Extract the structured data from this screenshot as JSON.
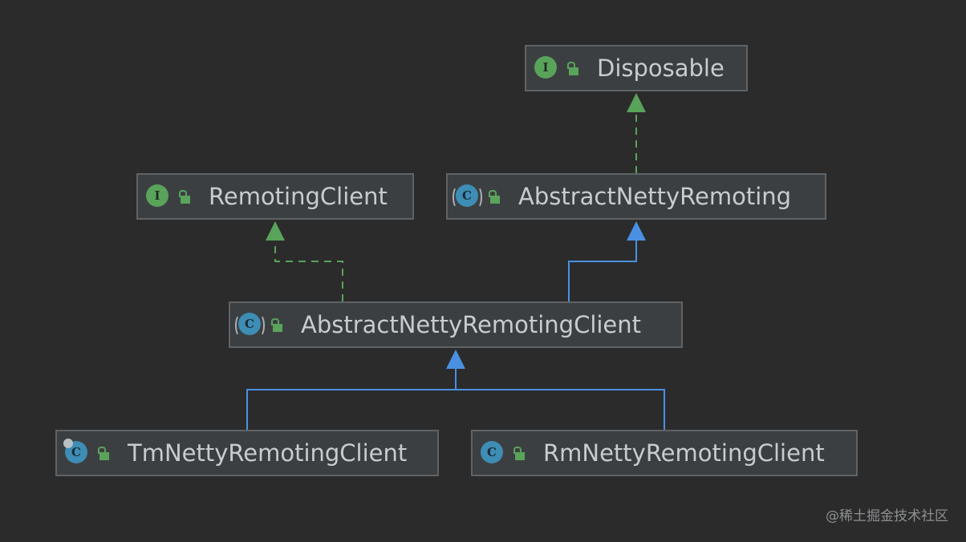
{
  "nodes": {
    "disposable": {
      "label": "Disposable",
      "kind": "interface",
      "badge": "I"
    },
    "remoting_client": {
      "label": "RemotingClient",
      "kind": "interface",
      "badge": "I"
    },
    "abstract_netty_remoting": {
      "label": "AbstractNettyRemoting",
      "kind": "abstract-class",
      "badge": "C"
    },
    "abstract_netty_remoting_client": {
      "label": "AbstractNettyRemotingClient",
      "kind": "abstract-class",
      "badge": "C"
    },
    "tm_netty_remoting_client": {
      "label": "TmNettyRemotingClient",
      "kind": "final-class",
      "badge": "C"
    },
    "rm_netty_remoting_client": {
      "label": "RmNettyRemotingClient",
      "kind": "class",
      "badge": "C"
    }
  },
  "edges": [
    {
      "from": "abstract_netty_remoting",
      "to": "disposable",
      "type": "implements"
    },
    {
      "from": "abstract_netty_remoting_client",
      "to": "remoting_client",
      "type": "implements"
    },
    {
      "from": "abstract_netty_remoting_client",
      "to": "abstract_netty_remoting",
      "type": "extends"
    },
    {
      "from": "tm_netty_remoting_client",
      "to": "abstract_netty_remoting_client",
      "type": "extends"
    },
    {
      "from": "rm_netty_remoting_client",
      "to": "abstract_netty_remoting_client",
      "type": "extends"
    }
  ],
  "colors": {
    "background": "#2b2b2b",
    "implements_edge": "#59a35b",
    "extends_edge": "#4a90e2",
    "interface_badge": "#59a35b",
    "class_badge": "#3d8db5"
  },
  "watermark": "@稀土掘金技术社区"
}
